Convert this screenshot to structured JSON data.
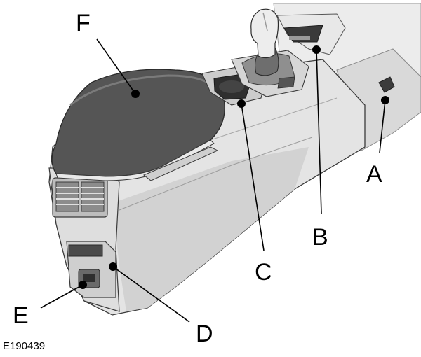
{
  "figure": {
    "id": "E190439",
    "callouts": [
      {
        "key": "F",
        "label": "F"
      },
      {
        "key": "B",
        "label": "B"
      },
      {
        "key": "A",
        "label": "A"
      },
      {
        "key": "C",
        "label": "C"
      },
      {
        "key": "D",
        "label": "D"
      },
      {
        "key": "E",
        "label": "E"
      }
    ]
  },
  "colors": {
    "armrest": "#555555",
    "console_body": "#e4e4e4",
    "console_shadow": "#c4c4c4",
    "outline": "#3a3a3a",
    "leader": "#000000",
    "marker": "#000000"
  }
}
